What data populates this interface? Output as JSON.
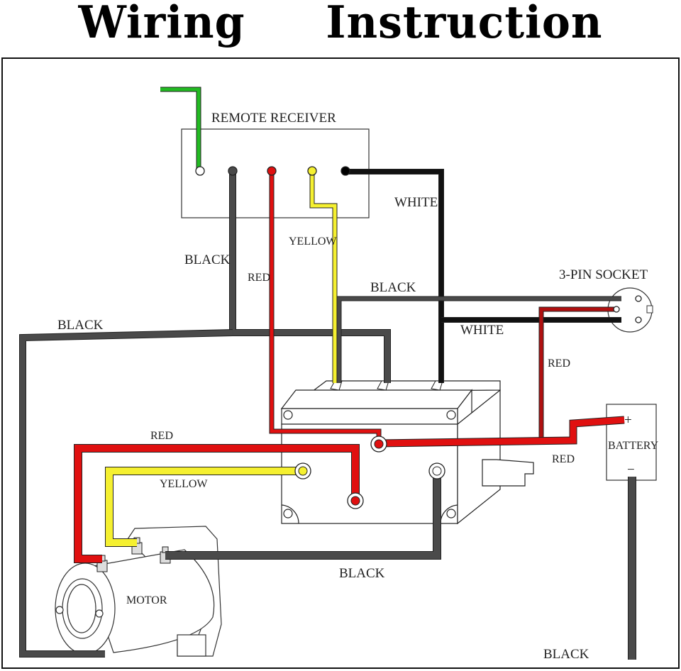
{
  "title": {
    "word1": "Wiring",
    "word2": "Instruction"
  },
  "colors": {
    "black": "#4a4a4a",
    "black_dark": "#111111",
    "red": "#e01010",
    "red_dark": "#b01010",
    "yellow": "#f5f030",
    "green": "#22bb22",
    "outline": "#222222"
  },
  "components": {
    "remote_receiver": "REMOTE RECEIVER",
    "socket": "3-PIN SOCKET",
    "battery": "BATTERY",
    "battery_plus": "+",
    "battery_minus": "−",
    "motor": "MOTOR"
  },
  "labels": {
    "white_top": "WHITE",
    "black_left_receiver": "BLACK",
    "yellow_receiver": "YELLOW",
    "red_receiver": "RED",
    "black_socket": "BLACK",
    "white_socket": "WHITE",
    "black_left": "BLACK",
    "red_socket": "RED",
    "red_motor": "RED",
    "red_battery": "RED",
    "yellow_motor": "YELLOW",
    "black_motor": "BLACK",
    "black_battery": "BLACK"
  }
}
